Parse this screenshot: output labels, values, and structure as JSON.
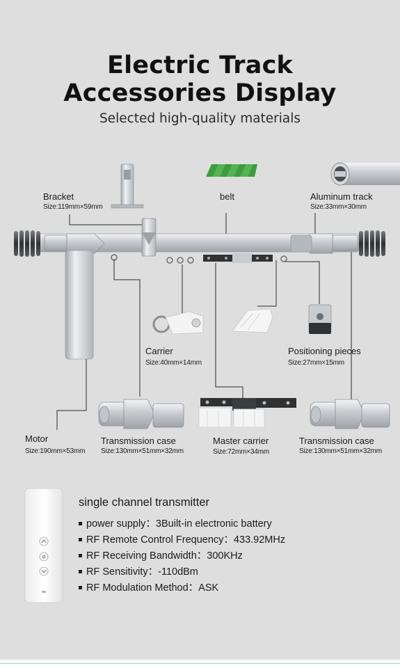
{
  "header": {
    "title_line1": "Electric Track",
    "title_line2": "Accessories Display",
    "subtitle": "Selected high-quality materials"
  },
  "parts": {
    "bracket": {
      "label": "Bracket",
      "size": "Size:119mm×59mm"
    },
    "belt": {
      "label": "belt"
    },
    "aluminum": {
      "label": "Aluminum track",
      "size": "Size:33mm×30mm"
    },
    "carrier": {
      "label": "Carrier",
      "size": "Size:40mm×14mm"
    },
    "positioning": {
      "label": "Positioning pieces",
      "size": "Size:27mm×15mm"
    },
    "motor": {
      "label": "Motor",
      "size": "Size:190mm×53mm"
    },
    "trans_left": {
      "label": "Transmission case",
      "size": "Size:130mm×51mm×32mm"
    },
    "master": {
      "label": "Master carrier",
      "size": "Size:72mm×34mm"
    },
    "trans_right": {
      "label": "Transmission case",
      "size": "Size:130mm×51mm×32mm"
    }
  },
  "transmitter": {
    "title": "single channel transmitter",
    "specs": [
      "power supply：3Built-in electronic battery",
      "RF Remote Control Frequency：433.92MHz",
      "RF Receiving Bandwidth：300KHz",
      "RF Sensitivity：-110dBm",
      "RF Modulation Method：ASK"
    ],
    "button_icons": [
      "chevron-up-icon",
      "circle-stop-icon",
      "chevron-down-icon"
    ]
  },
  "colors": {
    "background": "#dedede",
    "metal": "#c9ccd0",
    "belt_green": "#4aa84a",
    "accent_rule": "#8fd3d0"
  }
}
